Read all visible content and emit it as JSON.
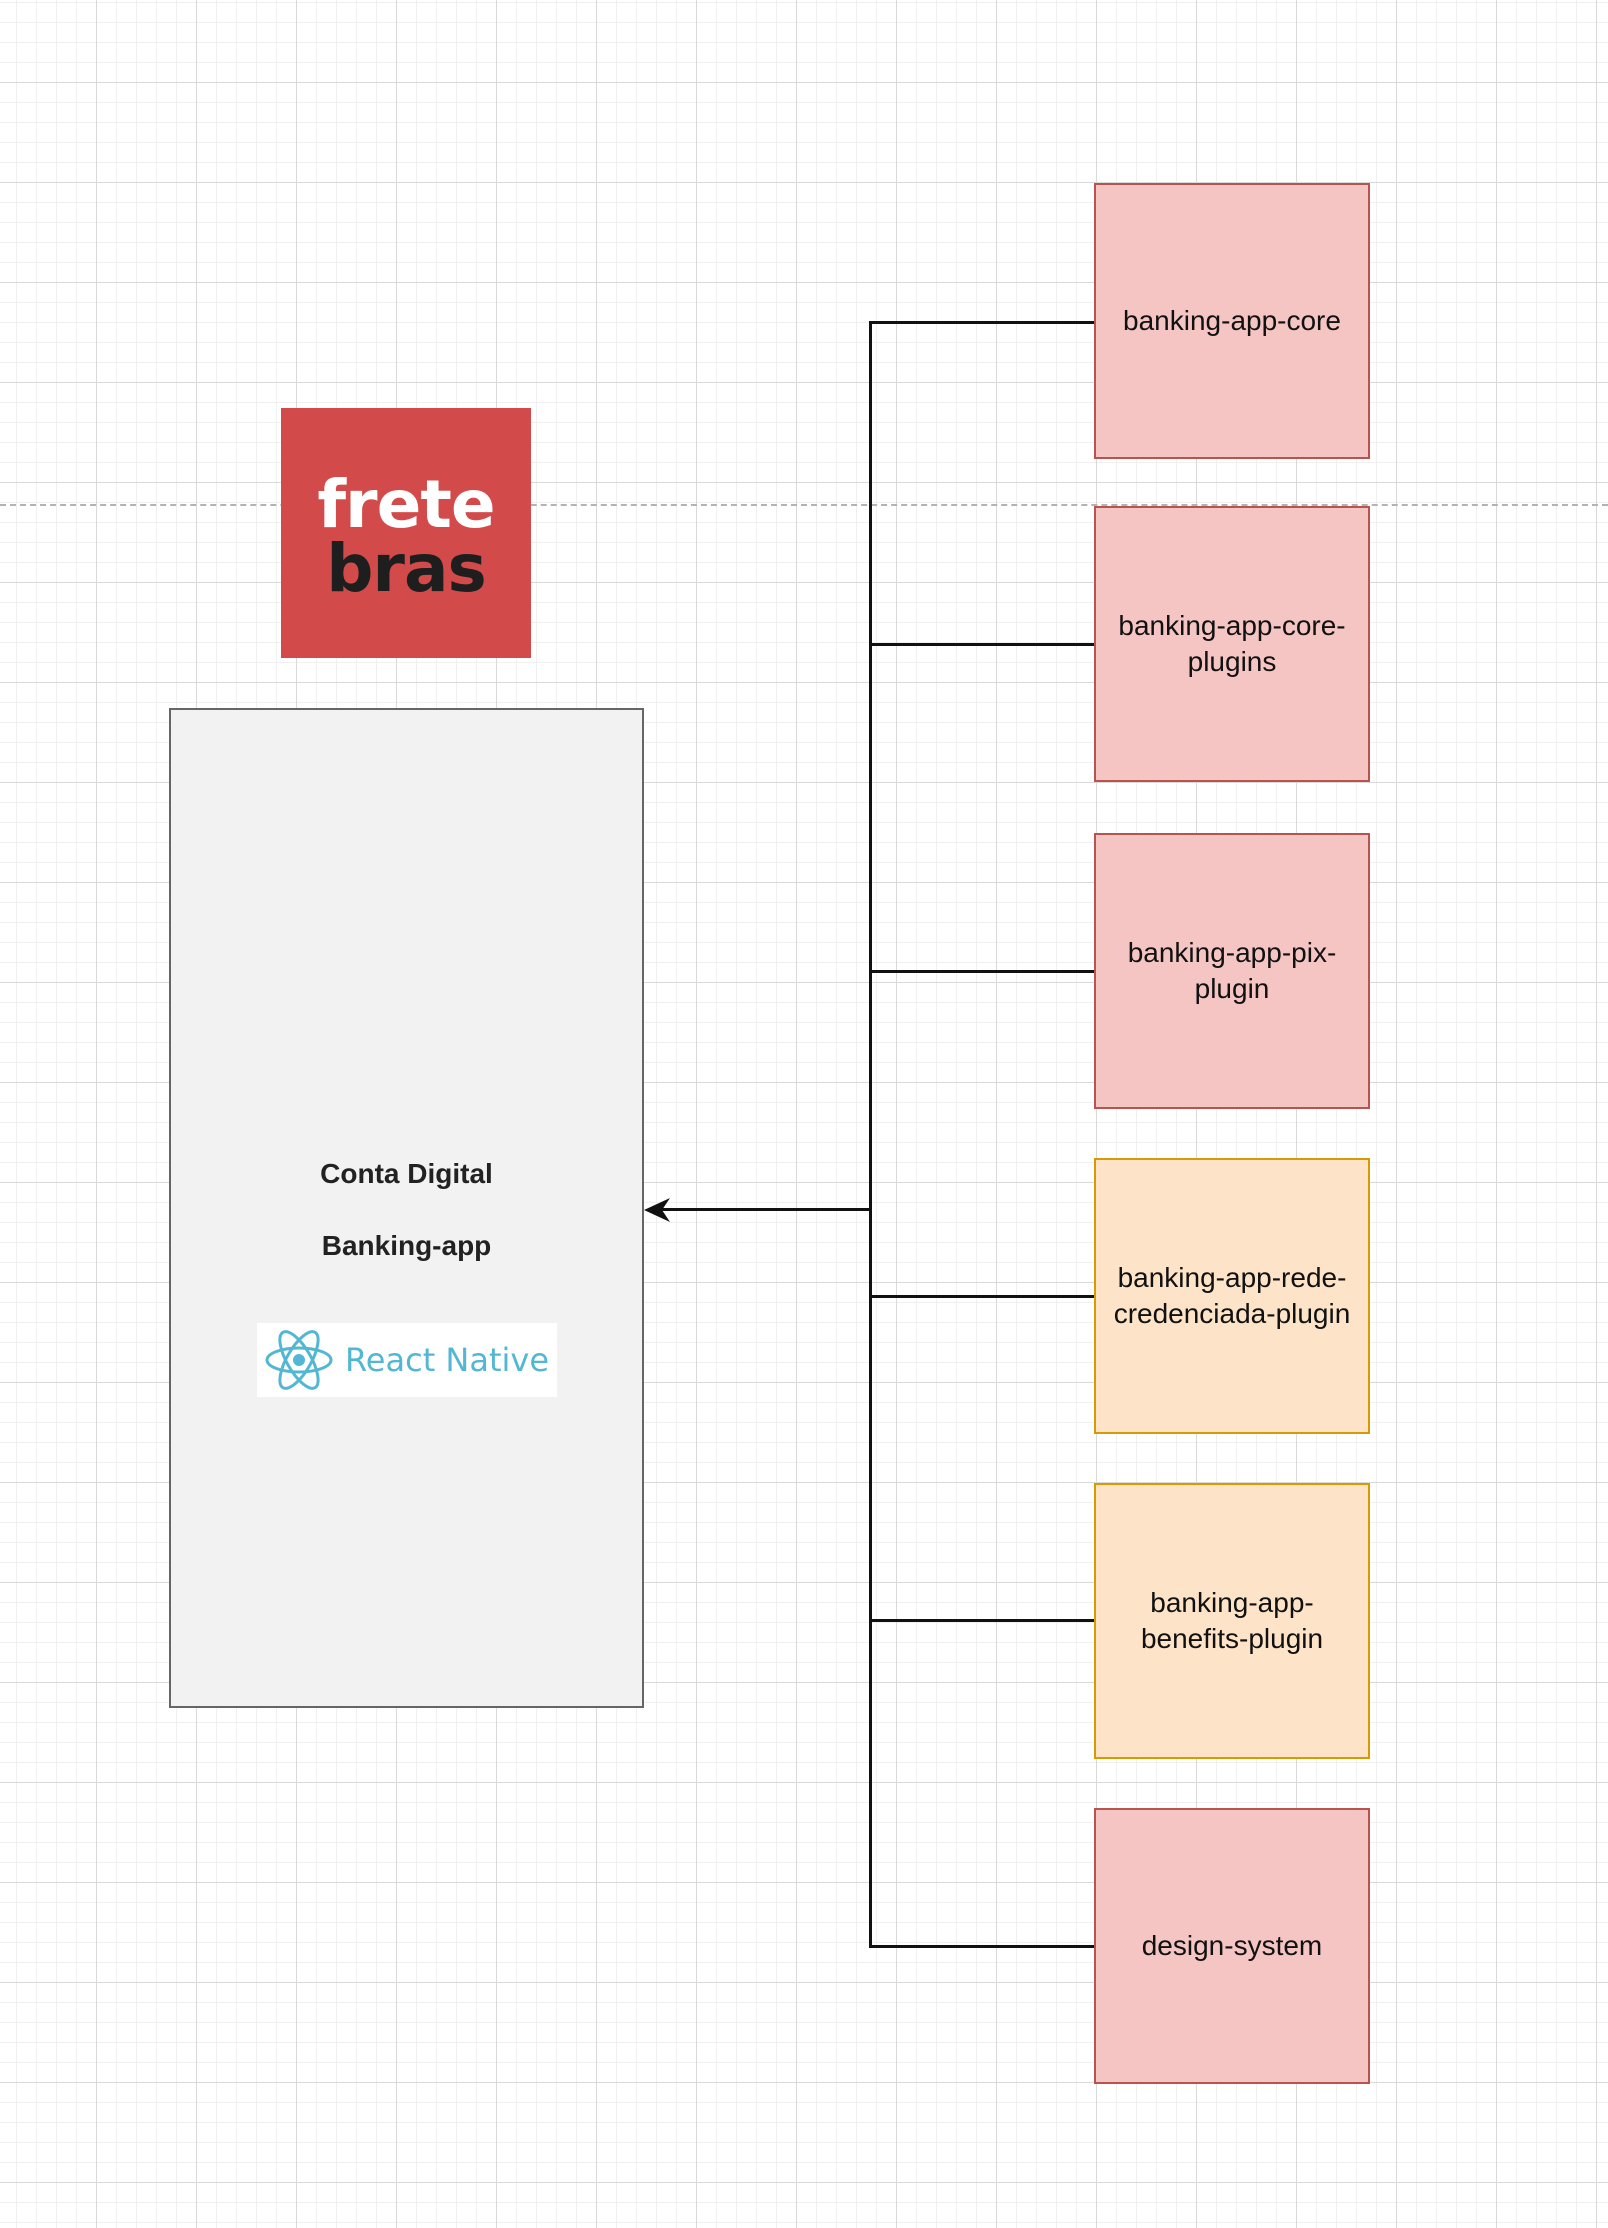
{
  "logo": {
    "line1": "frete",
    "line2": "bras",
    "color": "#d24b4a"
  },
  "main_box": {
    "title": "Conta Digital",
    "subtitle": "Banking-app",
    "badge_text": "React Native",
    "badge_icon": "react-logo-icon"
  },
  "modules": [
    {
      "label": "banking-app-core",
      "color": "#f4c5c3"
    },
    {
      "label": "banking-app-core-plugins",
      "color": "#f4c5c3"
    },
    {
      "label": "banking-app-pix-plugin",
      "color": "#f4c5c3"
    },
    {
      "label": "banking-app-rede-credenciada-plugin",
      "color": "#fde3c8"
    },
    {
      "label": "banking-app-benefits-plugin",
      "color": "#fde3c8"
    },
    {
      "label": "design-system",
      "color": "#f4c5c3"
    }
  ]
}
